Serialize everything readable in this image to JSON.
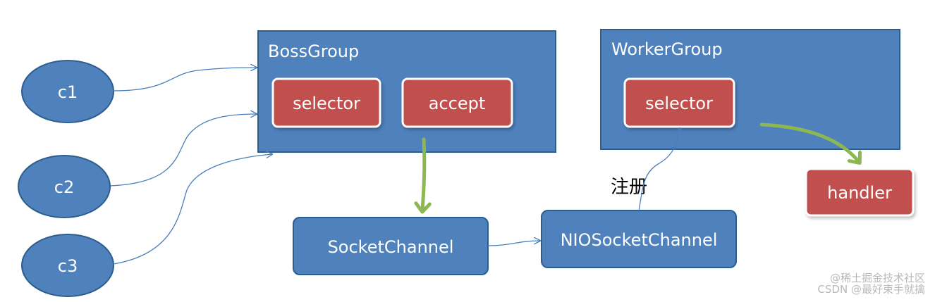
{
  "clients": [
    "c1",
    "c2",
    "c3"
  ],
  "boss_group": {
    "title": "BossGroup",
    "selector_label": "selector",
    "accept_label": "accept"
  },
  "worker_group": {
    "title": "WorkerGroup",
    "selector_label": "selector"
  },
  "handler_label": "handler",
  "socket_channel_label": "SocketChannel",
  "nio_socket_channel_label": "NIOSocketChannel",
  "register_label": "注册",
  "watermark": {
    "line1": "@稀土掘金技术社区",
    "line2": "CSDN @最好束手就擒"
  },
  "colors": {
    "group_fill": "#4f81bd",
    "group_border": "#2c5d8f",
    "red_box": "#c0504d",
    "green_arrow": "#8db753",
    "blue_line": "#4a7ebb"
  }
}
